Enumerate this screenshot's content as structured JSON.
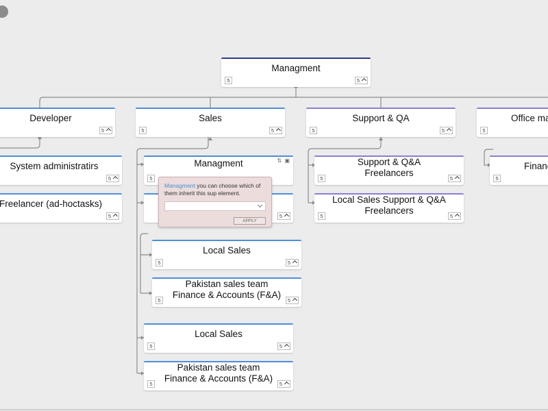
{
  "nodes": {
    "root": {
      "title": "Managment",
      "count_left": "5",
      "count_right": "5"
    },
    "developer": {
      "title": "Developer",
      "count_right": "5"
    },
    "sales": {
      "title": "Sales",
      "count_left": "5",
      "count_right": "5"
    },
    "support_qa": {
      "title": "Support & QA",
      "count_left": "5",
      "count_right": "5"
    },
    "office": {
      "title": "Office ma",
      "count_left": "5"
    },
    "sys_admin": {
      "title": "System administratirs",
      "count_right": "5"
    },
    "freelancer_adhoc": {
      "title": "Freelancer (ad-hoctasks)",
      "count_right": "5"
    },
    "sales_managment": {
      "title": "Managment",
      "count_left": "5"
    },
    "sales_second": {
      "count_right": "5"
    },
    "support_freelancers": {
      "title_line1": "Support & Q&A",
      "title_line2": "Freelancers",
      "count_left": "5",
      "count_right": "5"
    },
    "local_support": {
      "title_line1": "Local Sales Support & Q&A",
      "title_line2": "Freelancers",
      "count_left": "5",
      "count_right": "5"
    },
    "finance": {
      "title": "Financ",
      "count_left": "5"
    },
    "local_sales_1": {
      "title": "Local Sales",
      "count_left": "5",
      "count_right": "5"
    },
    "pakistan_1": {
      "title_line1": "Pakistan sales team",
      "title_line2": "Finance & Accounts (F&A)",
      "count_left": "5",
      "count_right": "5"
    },
    "local_sales_2": {
      "title": "Local Sales",
      "count_left": "5",
      "count_right": "5"
    },
    "pakistan_2": {
      "title_line1": "Pakistan sales team",
      "title_line2": "Finance & Accounts (F&A)",
      "count_left": "5",
      "count_right": "5"
    }
  },
  "popup": {
    "link_text": "Managment",
    "message": " you can choose which of them inherit this sup element.",
    "select_value": "",
    "apply_label": "APPLY"
  },
  "colors": {
    "root_bar": "#2b3d8a",
    "blue_bar": "#4e8fdb",
    "purple_bar": "#8a7fd6",
    "connector": "#8c8c8c",
    "background": "#ececec"
  },
  "icons": {
    "expand": "chevron-up-icon",
    "popup_select": "chevron-down-icon",
    "node_tools": "sort-icon"
  }
}
